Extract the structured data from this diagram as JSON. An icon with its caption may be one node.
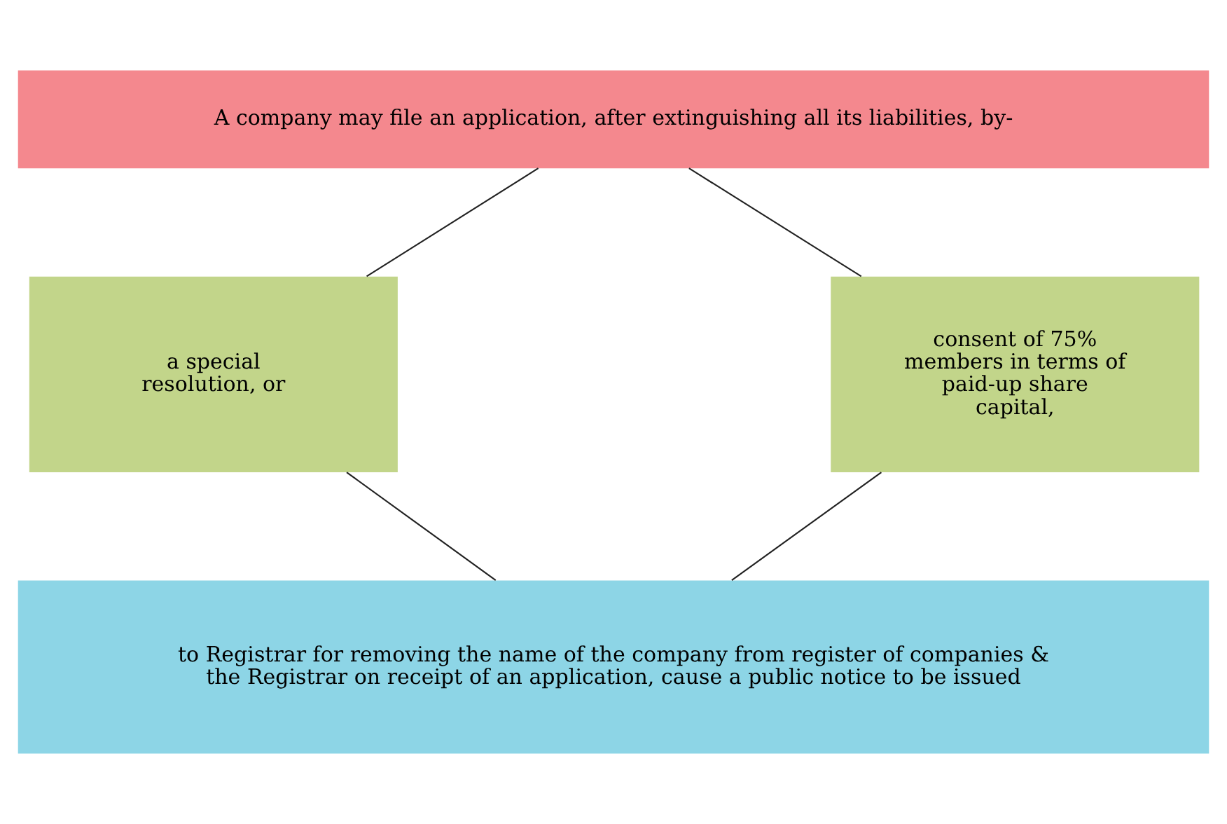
{
  "diagram": {
    "nodes": [
      {
        "text": [
          "A company may file an application, after extinguishing all its liabilities, by-"
        ]
      },
      {
        "text": [
          "a special resolution, or"
        ]
      },
      {
        "text": [
          "consent of 75% members in terms of paid-up share capital,"
        ]
      },
      {
        "text": [
          "to Registrar for removing the name of the company from register of companies & the Registrar on receipt of an application, cause a public notice to be issued"
        ]
      }
    ],
    "edges": [
      {
        "from": 0,
        "to": 1,
        "arrow": "none"
      },
      {
        "from": 0,
        "to": 2,
        "arrow": "none"
      },
      {
        "from": 1,
        "to": 3,
        "arrow": "none"
      },
      {
        "from": 2,
        "to": 3,
        "arrow": "none"
      }
    ]
  }
}
